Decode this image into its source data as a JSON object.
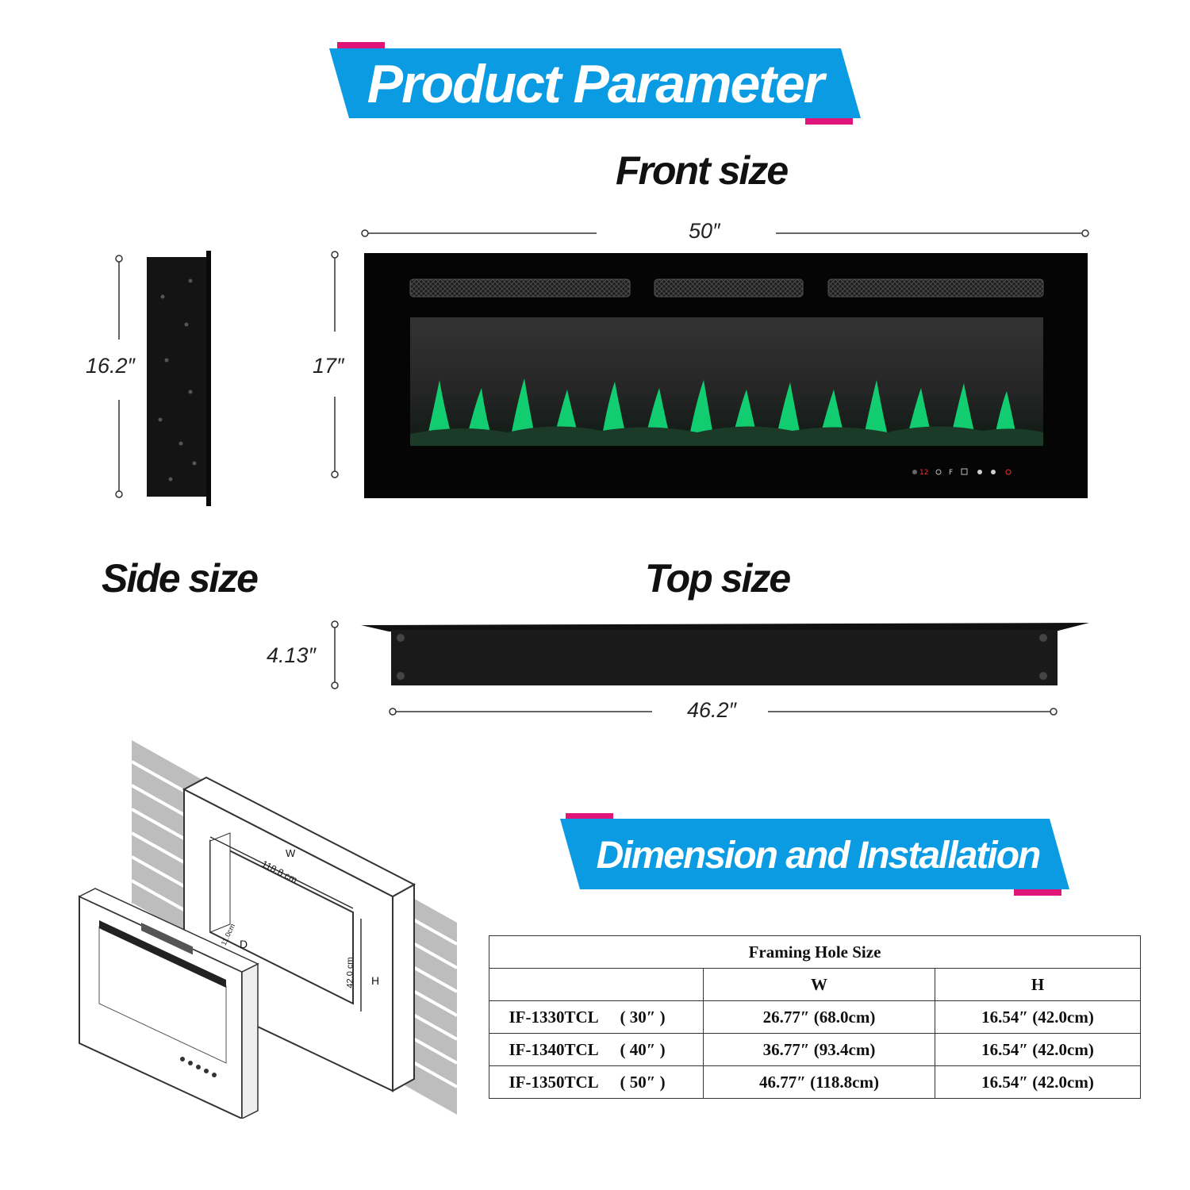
{
  "banner_top": {
    "title": "Product Parameter"
  },
  "front": {
    "heading": "Front size",
    "width": "50″",
    "height": "17″"
  },
  "side": {
    "heading": "Side size",
    "height": "16.2″"
  },
  "top": {
    "heading": "Top size",
    "depth": "4.13″",
    "width": "46.2″"
  },
  "banner_install": {
    "title": "Dimension and Installation"
  },
  "diagram": {
    "w_label": "W",
    "w_value": "118.8 cm",
    "h_label": "H",
    "h_value": "42.0 cm",
    "d_label": "D",
    "d_value": "11.0cm"
  },
  "panel": {
    "display": "12"
  },
  "table": {
    "title": "Framing Hole Size",
    "col_w": "W",
    "col_h": "H",
    "rows": [
      {
        "model": "IF-1330TCL",
        "size": "( 30″ )",
        "w": "26.77″ (68.0cm)",
        "h": "16.54″ (42.0cm)"
      },
      {
        "model": "IF-1340TCL",
        "size": "( 40″ )",
        "w": "36.77″ (93.4cm)",
        "h": "16.54″ (42.0cm)"
      },
      {
        "model": "IF-1350TCL",
        "size": "( 50″ )",
        "w": "46.77″ (118.8cm)",
        "h": "16.54″ (42.0cm)"
      }
    ]
  },
  "colors": {
    "banner_blue": "#0b9be3",
    "accent_magenta": "#e0157a",
    "flame_green": "#12e07a"
  }
}
